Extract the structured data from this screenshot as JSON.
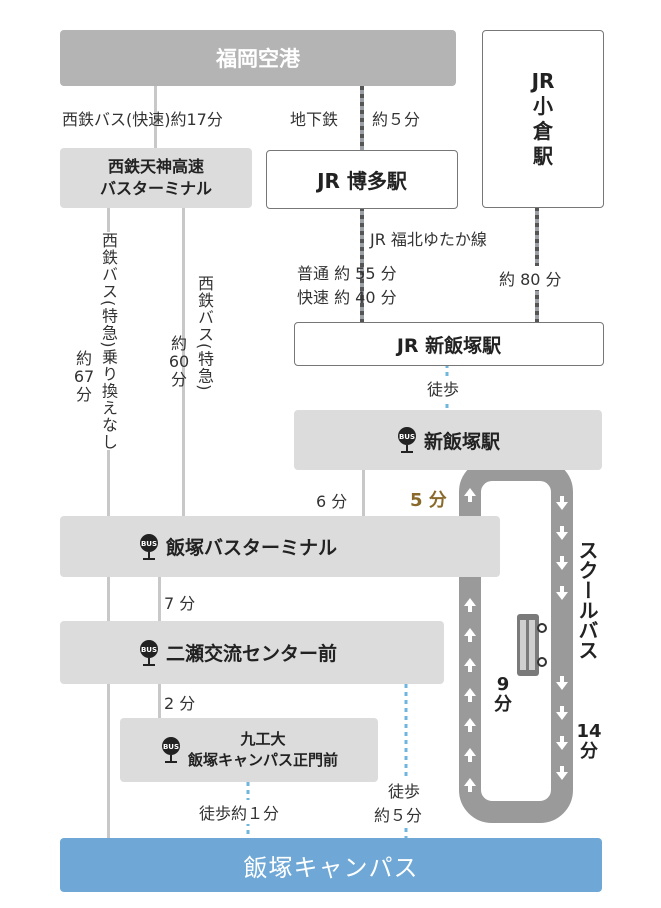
{
  "nodes": {
    "fukuoka_airport": "福岡空港",
    "jr_kokura": "JR\n小\n倉\n駅",
    "nishitetsu_tenjin": "西鉄天神高速\nバスターミナル",
    "jr_hakata": "JR 博多駅",
    "jr_shin_iizuka": "JR 新飯塚駅",
    "shin_iizuka_bus": "新飯塚駅",
    "iizuka_bus_terminal": "飯塚バスターミナル",
    "futase_center": "二瀬交流センター前",
    "kyutech_gate": "九工大\n飯塚キャンパス正門前",
    "iizuka_campus": "飯塚キャンパス"
  },
  "labels": {
    "nishitetsu_rapid": "西鉄バス(快速)約17分",
    "subway": "地下鉄",
    "subway_time": "約５分",
    "jr_fukuhoku": "JR 福北ゆたか線",
    "local": "普通 約 55 分",
    "rapid": "快速 約 40 分",
    "kokura_time": "約 80 分",
    "walk": "徒歩",
    "ltd_express_direct": "西鉄バス(特急)乗り換えなし",
    "ltd_express_direct_time": "約\n67\n分",
    "ltd_express": "西鉄バス(特急)",
    "ltd_express_time": "約\n60\n分",
    "six_min": "6 分",
    "five_min": "5 分",
    "seven_min": "7 分",
    "two_min": "2 分",
    "school_bus": "スクールバス",
    "school_bus_time": "14\n分",
    "nine_min": "9\n分",
    "walk_1min": "徒歩約１分",
    "walk_5min_a": "徒歩",
    "walk_5min_b": "約５分"
  },
  "colors": {
    "gray_box": "#dcdcdc",
    "airport_box": "#b4b4b4",
    "campus_box": "#6fa8d6",
    "loop": "#9a9a9a",
    "walk_dash": "#6fb6dc"
  },
  "icons": {
    "bus_stop": "bus-stop-icon",
    "bus": "school-bus-icon",
    "arrow": "arrow-icon"
  }
}
